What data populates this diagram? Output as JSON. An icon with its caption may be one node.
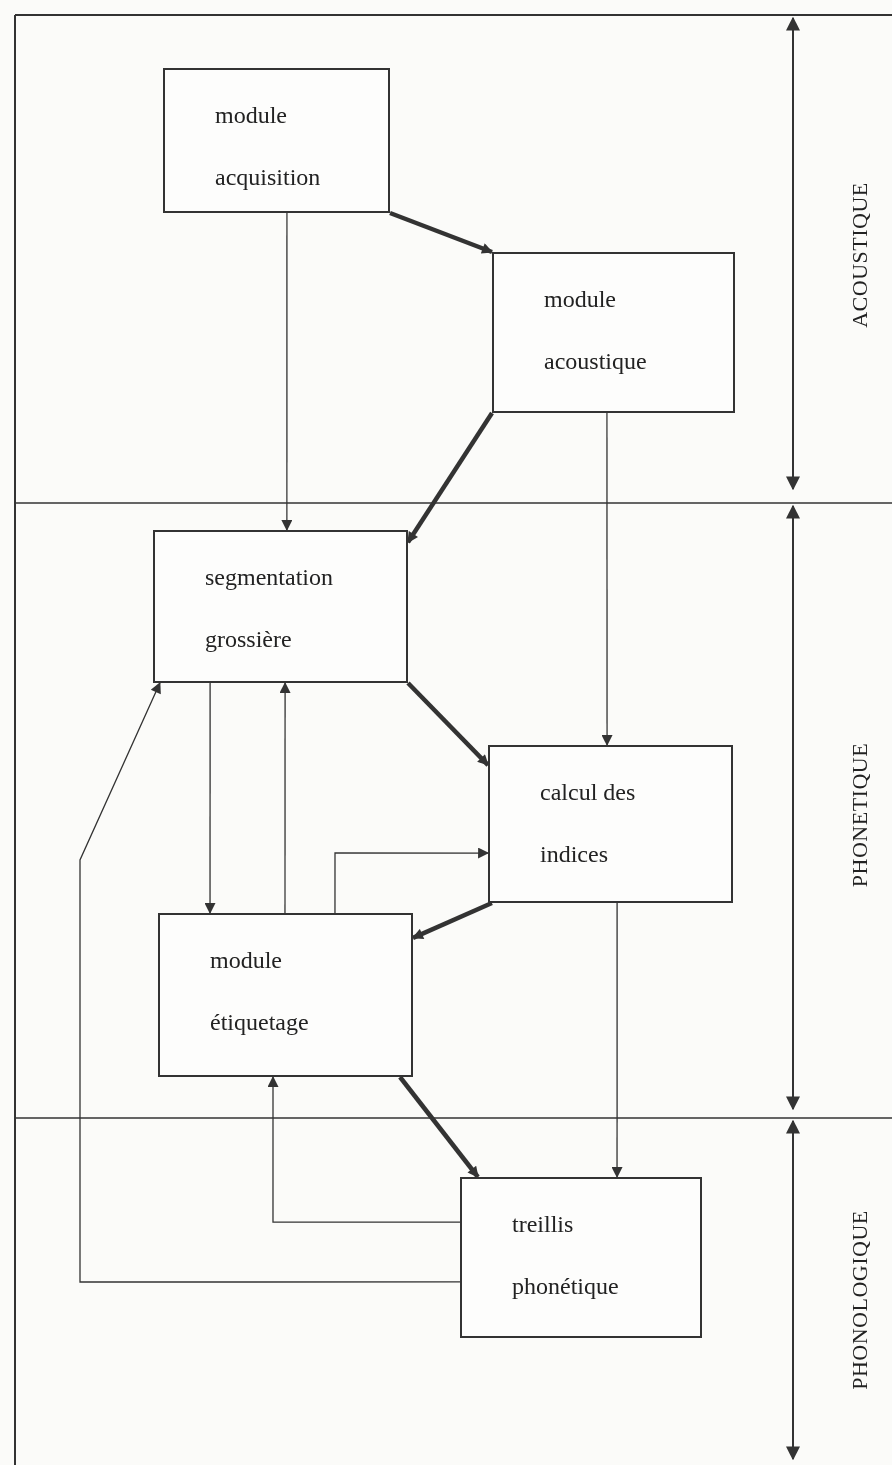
{
  "diagram": {
    "nodes": [
      {
        "text": [
          "module acquisition"
        ]
      },
      {
        "text": [
          "module acoustique"
        ]
      },
      {
        "text": [
          "segmentation grossière"
        ]
      },
      {
        "text": [
          "calcul des indices"
        ]
      },
      {
        "text": [
          "module étiquetage"
        ]
      },
      {
        "text": [
          "treillis phonétique"
        ]
      }
    ],
    "edges": [
      {
        "from": 0,
        "to": 2,
        "arrow": "to"
      },
      {
        "from": 0,
        "to": 1,
        "arrow": "to",
        "style": "thick"
      },
      {
        "from": 1,
        "to": 2,
        "arrow": "to",
        "style": "thick"
      },
      {
        "from": 1,
        "to": 3,
        "arrow": "to"
      },
      {
        "from": 2,
        "to": 3,
        "arrow": "to",
        "style": "thick"
      },
      {
        "from": 2,
        "to": 4,
        "arrow": "to"
      },
      {
        "from": 4,
        "to": 2,
        "arrow": "to"
      },
      {
        "from": 4,
        "to": 3,
        "arrow": "to"
      },
      {
        "from": 3,
        "to": 4,
        "arrow": "to",
        "style": "thick"
      },
      {
        "from": 4,
        "to": 5,
        "arrow": "to",
        "style": "thick"
      },
      {
        "from": 3,
        "to": 5,
        "arrow": "to"
      },
      {
        "from": 5,
        "to": 4,
        "arrow": "to"
      },
      {
        "from": 5,
        "to": 2,
        "arrow": "to"
      }
    ],
    "labels": [
      "ACOUSTIQUE",
      "PHONETIQUE",
      "PHONOLOGIQUE"
    ]
  }
}
